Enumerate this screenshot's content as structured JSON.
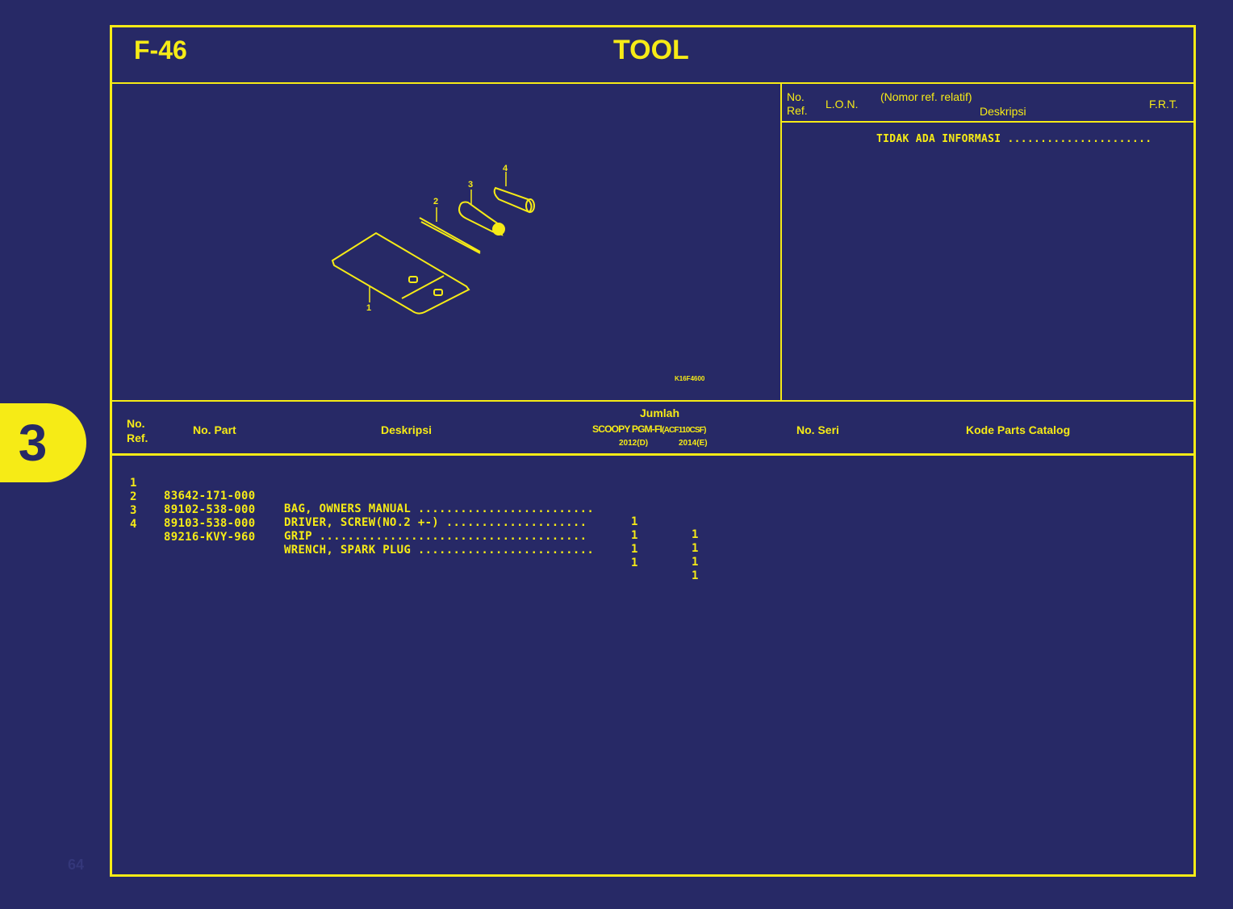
{
  "section_tab": "3",
  "header": {
    "code": "F-46",
    "title": "TOOL"
  },
  "illustration": {
    "callouts": [
      "1",
      "2",
      "3",
      "4"
    ],
    "figure_code": "K16F4600"
  },
  "info_panel": {
    "col_no_ref": [
      "No.",
      "Ref."
    ],
    "col_lon": "L.O.N.",
    "col_nomor_ref": "(Nomor ref. relatif)",
    "col_deskripsi": "Deskripsi",
    "col_frt": "F.R.T.",
    "message": "TIDAK ADA INFORMASI ......................"
  },
  "parts_table": {
    "headers": {
      "no_ref": [
        "No.",
        "Ref."
      ],
      "no_part": "No. Part",
      "deskripsi": "Deskripsi",
      "jumlah": "Jumlah",
      "model": "SCOOPY PGM-FI",
      "model_code": "(ACF110CSF)",
      "years": [
        "2012(D)",
        "2014(E)"
      ],
      "no_seri": "No. Seri",
      "kode_parts_catalog": "Kode Parts Catalog"
    },
    "rows": [
      {
        "ref": "1",
        "part": "83642-171-000",
        "desc": "BAG, OWNERS MANUAL .........................",
        "q2012": "1",
        "q2014": "1"
      },
      {
        "ref": "2",
        "part": "89102-538-000",
        "desc": "DRIVER, SCREW(NO.2 +-) ....................",
        "q2012": "1",
        "q2014": "1"
      },
      {
        "ref": "3",
        "part": "89103-538-000",
        "desc": "GRIP ......................................",
        "q2012": "1",
        "q2014": "1"
      },
      {
        "ref": "4",
        "part": "89216-KVY-960",
        "desc": "WRENCH, SPARK PLUG .........................",
        "q2012": "1",
        "q2014": "1"
      }
    ]
  },
  "page_number": "64",
  "colors": {
    "background": "#272966",
    "accent": "#f6eb16"
  }
}
